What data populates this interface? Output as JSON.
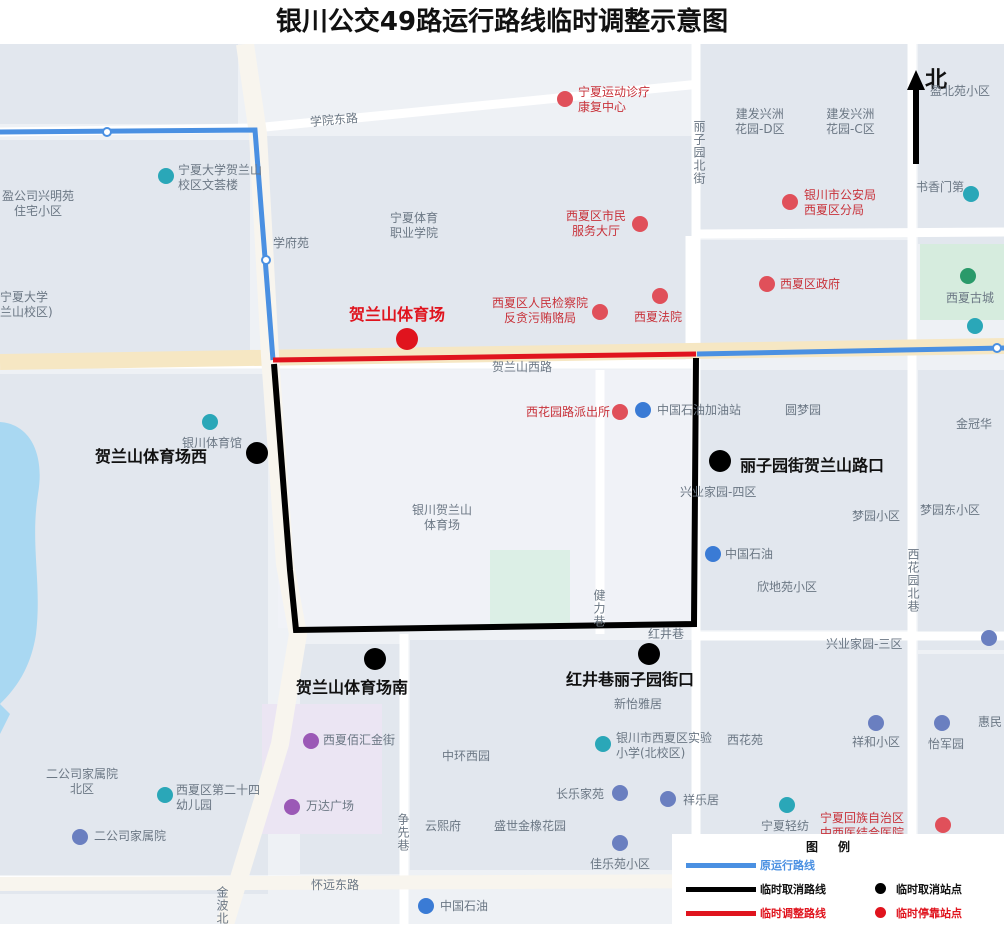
{
  "title": "银川公交49路运行路线临时调整示意图",
  "north_label": "北",
  "colors": {
    "original_route": "#4a90e2",
    "cancelled_route": "#000000",
    "adjusted_route": "#e0141e",
    "cancelled_stop": "#000000",
    "temporary_stop": "#e0141e"
  },
  "stops": {
    "temporary": "贺兰山体育场",
    "cancelled_west": "贺兰山体育场西",
    "cancelled_lizi": "丽子园街贺兰山路口",
    "cancelled_south": "贺兰山体育场南",
    "cancelled_hongjing": "红井巷丽子园街口"
  },
  "places": {
    "sports_clinic": "宁夏运动诊疗\n康复中心",
    "jianfa_d": "建发兴洲\n花园-D区",
    "jianfa_c": "建发兴洲\n花园-C区",
    "yingbei": "盈北苑小区",
    "ningda_wen": "宁夏大学贺兰山\n校区文荟楼",
    "xingming": "盈公司兴明苑\n住宅小区",
    "sports_college": "宁夏体育\n职业学院",
    "xuefu": "学府苑",
    "xixia_service": "西夏区市民\n服务大厅",
    "police_xixia": "银川市公安局\n西夏区分局",
    "shuxiangmen": "书香门第",
    "ningda_campus": "宁夏大学\n兰山校区)",
    "xixia_gov": "西夏区政府",
    "xixia_town": "西夏古城",
    "procuratorate": "西夏区人民检察院\n反贪污贿赂局",
    "xixia_court": "西夏法院",
    "xihua_police": "西花园路派出所",
    "petro_gas": "中国石油加油站",
    "yuanmengyuan": "圆梦园",
    "jinguan": "金冠华",
    "stadium_hall": "银川体育馆",
    "stadium_center": "银川贺兰山\n体育场",
    "xingye4": "兴业家园-四区",
    "mengyuan": "梦园小区",
    "mengyuan_e": "梦园东小区",
    "petrochina1": "中国石油",
    "xindi": "欣地苑小区",
    "xingye3": "兴业家园-三区",
    "xinyiya": "新怡雅居",
    "zhonghuan": "中环西园",
    "experimental": "银川市西夏区实验\n小学(北校区)",
    "xihua_yuan": "西花苑",
    "xianghe": "祥和小区",
    "yijun": "怡军园",
    "huimin": "惠民",
    "erjia_north": "二公司家属院\n北区",
    "kinder24": "西夏区第二十四\n幼儿园",
    "wanda": "万达广场",
    "baihuijin": "西夏佰汇金街",
    "changle": "长乐家苑",
    "xiangle": "祥乐居",
    "ningxia_light": "宁夏轻纺",
    "hui_hospital": "宁夏回族自治区\n中西医结合医院",
    "erjia": "二公司家属院",
    "yunxi": "云熙府",
    "shengshi": "盛世金橡花园",
    "jiale": "佳乐苑小区",
    "petrochina2": "中国石油"
  },
  "roads": {
    "xueyuan_e": "学院东路",
    "helanshan_w": "贺兰山西路",
    "huaiyuan_e": "怀远东路",
    "lizi_n": "丽子园北街",
    "xihuayuan_n": "西花园北巷",
    "jianli": "健力巷",
    "hongjing": "红井巷",
    "zhengxian": "争先巷",
    "jinbo_n": "金波北"
  },
  "legend": {
    "title": "图例",
    "original_route": "原运行路线",
    "cancelled_route": "临时取消路线",
    "adjusted_route": "临时调整路线",
    "cancelled_stop": "临时取消站点",
    "temporary_stop": "临时停靠站点"
  }
}
